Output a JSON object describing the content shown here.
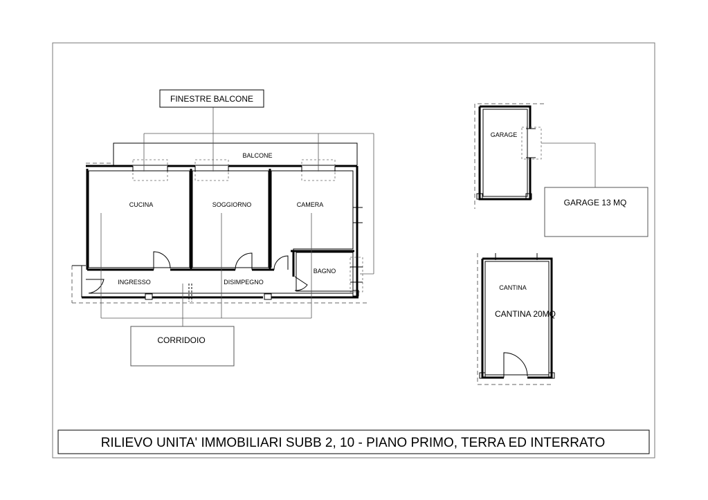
{
  "labels": {
    "finestre_balcone": "FINESTRE BALCONE",
    "balcone": "BALCONE",
    "cucina": "CUCINA",
    "soggiorno": "SOGGIORNO",
    "camera": "CAMERA",
    "bagno": "BAGNO",
    "ingresso": "INGRESSO",
    "disimpegno": "DISIMPEGNO",
    "corridoio": "CORRIDOIO",
    "garage": "GARAGE",
    "garage_box": "GARAGE 13 MQ",
    "cantina": "CANTINA",
    "cantina_box": "CANTINA 20MQ"
  },
  "title": "RILIEVO  UNITA' IMMOBILIARI SUBB 2, 10 - PIANO PRIMO, TERRA ED INTERRATO"
}
